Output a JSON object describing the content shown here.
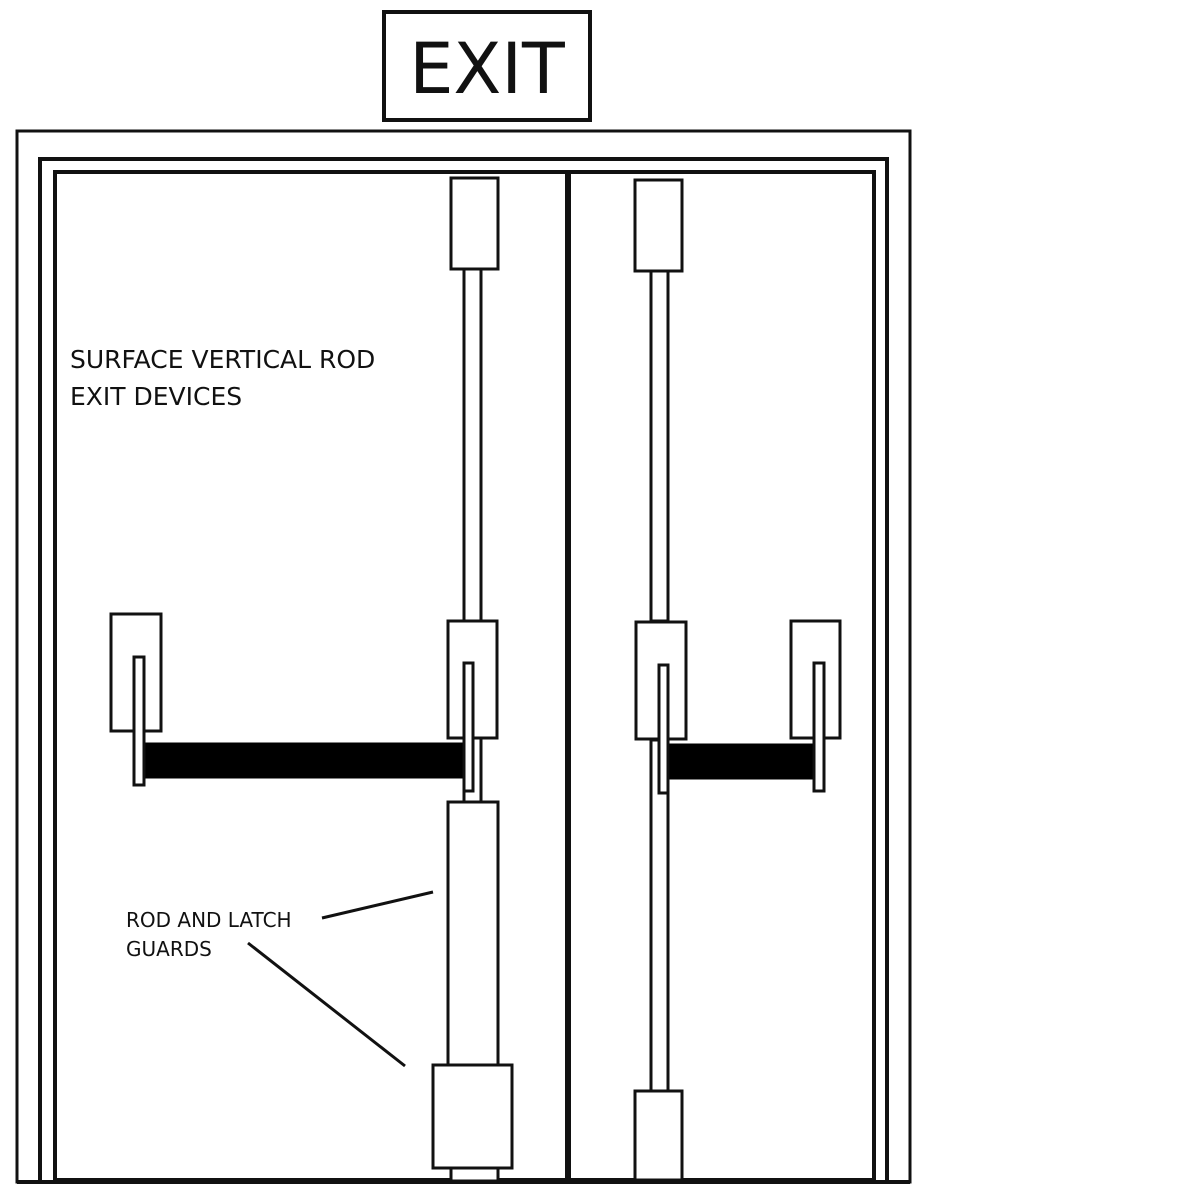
{
  "sign": {
    "text": "EXIT"
  },
  "labels": {
    "devices_line1": "SURFACE VERTICAL ROD",
    "devices_line2": "EXIT DEVICES",
    "guards_line1": "ROD AND LATCH",
    "guards_line2": "GUARDS"
  },
  "colors": {
    "stroke": "#111111",
    "background": "#ffffff",
    "push_bar": "#000000"
  }
}
